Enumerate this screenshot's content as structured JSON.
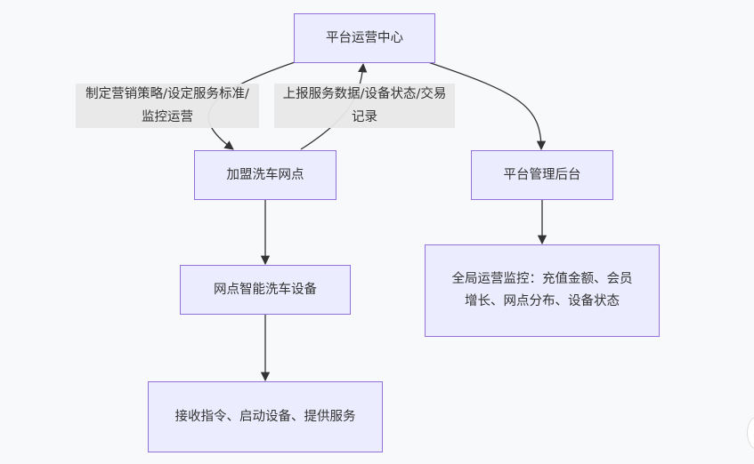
{
  "diagram": {
    "type": "flowchart",
    "nodes": {
      "center": "平台运营中心",
      "franchise": "加盟洗车网点",
      "admin": "平台管理后台",
      "device": "网点智能洗车设备",
      "monitor": "全局运营监控：充值金额、会员增长、网点分布、设备状态",
      "service": "接收指令、启动设备、提供服务"
    },
    "edge_labels": {
      "center_to_franchise": "制定营销策略/设定服务标准/监控运营",
      "franchise_to_center": "上报服务数据/设备状态/交易记录"
    },
    "edges": [
      {
        "from": "center",
        "to": "franchise",
        "label": "制定营销策略/设定服务标准/监控运营"
      },
      {
        "from": "franchise",
        "to": "center",
        "label": "上报服务数据/设备状态/交易记录"
      },
      {
        "from": "center",
        "to": "admin",
        "label": ""
      },
      {
        "from": "franchise",
        "to": "device",
        "label": ""
      },
      {
        "from": "device",
        "to": "service",
        "label": ""
      },
      {
        "from": "admin",
        "to": "monitor",
        "label": ""
      }
    ],
    "colors": {
      "node_fill": "#ececff",
      "node_border": "#9370db",
      "edge": "#333333",
      "label_bg": "#e8e8e8"
    }
  }
}
